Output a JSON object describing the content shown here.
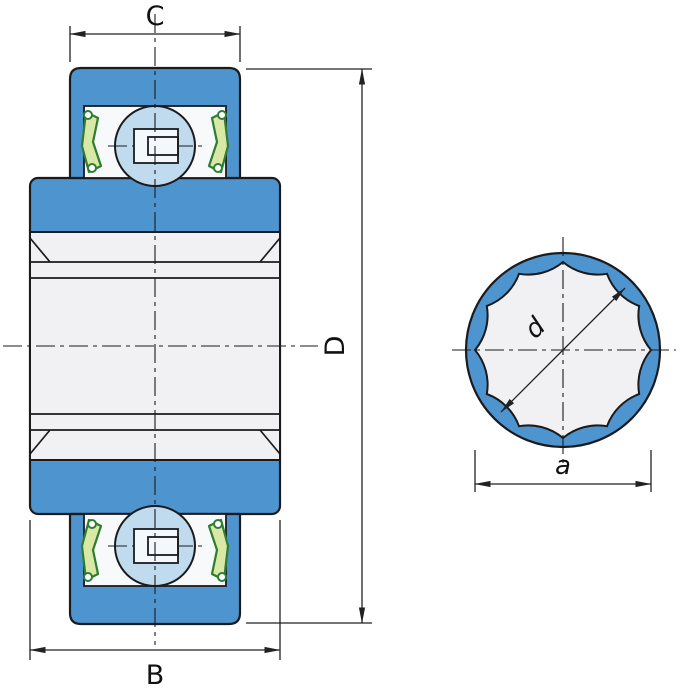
{
  "view_cross_section": {
    "dimension_labels": {
      "top_width": "C",
      "outer_diameter": "D",
      "bottom_width": "B"
    }
  },
  "view_bore": {
    "dimension_labels": {
      "bore_diameter": "d",
      "bore_width": "a"
    }
  },
  "colors": {
    "steel_blue": "#4E95CF",
    "ball_fill": "#C0DAEE",
    "seal_fill": "#DAE8A6",
    "seal_stroke": "#2E7D32",
    "bore_fill": "#F1F1F3",
    "cavity_fill": "#F7F9FB",
    "line": "#1B1B1D",
    "dimension_line": "#222222",
    "background": "#FFFFFF"
  }
}
